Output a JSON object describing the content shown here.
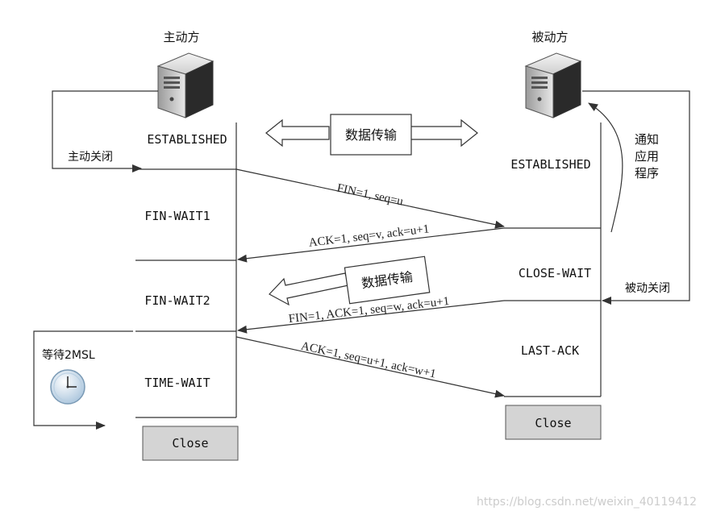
{
  "active_side": {
    "title": "主动方",
    "close_trigger": "主动关闭"
  },
  "passive_side": {
    "title": "被动方",
    "close_trigger": "被动关闭",
    "notify_app": [
      "通知",
      "应用",
      "程序"
    ]
  },
  "states": {
    "active": [
      "ESTABLISHED",
      "FIN-WAIT1",
      "FIN-WAIT2",
      "TIME-WAIT"
    ],
    "passive": [
      "ESTABLISHED",
      "CLOSE-WAIT",
      "LAST-ACK"
    ]
  },
  "data_transfer_label": "数据传输",
  "wait_label": "等待2MSL",
  "close_label": "Close",
  "messages": {
    "fin1": "FIN=1, seq=u",
    "ack1": "ACK=1, seq=v, ack=u+1",
    "fin2": "FIN=1, ACK=1, seq=w, ack=u+1",
    "ack2": "ACK=1, seq=u+1, ack=w+1"
  },
  "watermark": "https://blog.csdn.net/weixin_40119412",
  "colors": {
    "line": "#333333",
    "box_fill": "#d4d4d4",
    "clock_face": "#c8dcec",
    "watermark": "#cccccc"
  }
}
